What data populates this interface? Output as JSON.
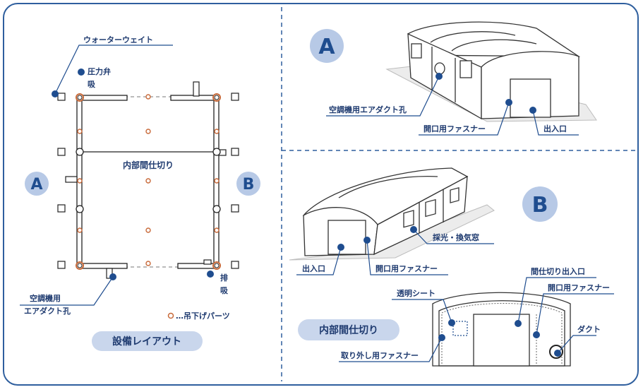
{
  "colors": {
    "navy": "#1f4d8f",
    "border": "#2f5f9e",
    "label": "#1f3b70",
    "circle_fill": "#b7c9e6",
    "hanging_part": "#c86a3a"
  },
  "layout_panel": {
    "label_water_weight": "ウォーターウェイト",
    "label_pressure_valve": "圧力弁",
    "label_intake": "吸",
    "label_exhaust_1": "排",
    "label_exhaust_2": "吸",
    "label_partition": "内部間仕切り",
    "label_duct_1": "空調機用",
    "label_duct_2": "エアダクト孔",
    "legend_hanging": "…吊下げパーツ",
    "side_a": "A",
    "side_b": "B",
    "title": "設備レイアウト"
  },
  "view_a": {
    "letter": "A",
    "label_duct": "空調機用エアダクト孔",
    "label_fastener": "開口用ファスナー",
    "label_entrance": "出入口"
  },
  "view_b": {
    "letter": "B",
    "label_window": "採光・換気窓",
    "label_entrance": "出入口",
    "label_fastener": "開口用ファスナー"
  },
  "partition_view": {
    "title": "内部間仕切り",
    "label_clear_sheet": "透明シート",
    "label_partition_entrance": "間仕切り出入口",
    "label_fastener": "開口用ファスナー",
    "label_duct": "ダクト",
    "label_removable_fastener": "取り外し用ファスナー"
  }
}
